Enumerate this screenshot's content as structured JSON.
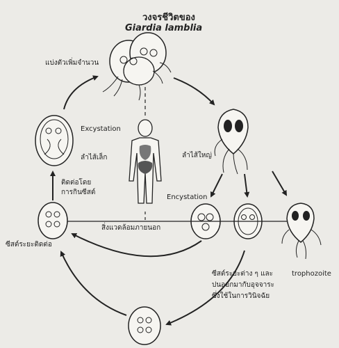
{
  "title": {
    "line1": "วงจรชีวิตของ",
    "line2": "Giardia lamblia"
  },
  "labels": {
    "multiply": "แบ่งตัวเพิ่มจำนวน",
    "excystation": "Excystation",
    "small_intestine": "ลำไส้เล็ก",
    "large_intestine": "ลำไส้ใหญ่",
    "transmission_1": "ติดต่อโดย",
    "transmission_2": "การกินซีสต์",
    "encystation": "Encystation",
    "infective_cyst": "ซีสต์ระยะติดต่อ",
    "environment": "สิ่งแวดล้อมภายนอก",
    "trophozoite": "trophozoite",
    "stages_1": "ซีสต์ระยะต่าง ๆ และ",
    "stages_2": "ปนออกมากับอุจจาระ",
    "stages_3": "ซึ่งใช้ในการวินิจฉัย"
  }
}
